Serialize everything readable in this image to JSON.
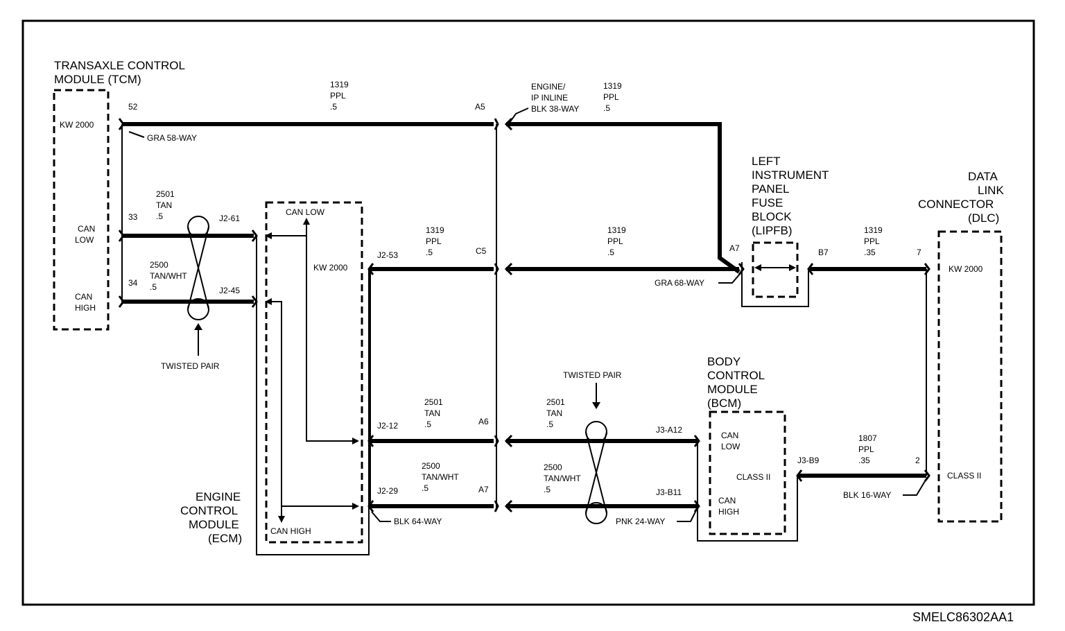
{
  "figure_id": "SMELC86302AA1",
  "modules": {
    "tcm": {
      "title1": "TRANSAXLE CONTROL",
      "title2": "MODULE (TCM)",
      "protocol": "KW 2000",
      "can_low1": "CAN",
      "can_low2": "LOW",
      "can_high1": "CAN",
      "can_high2": "HIGH"
    },
    "ecm": {
      "title1": "ENGINE",
      "title2": "CONTROL",
      "title3": "MODULE",
      "title4": "(ECM)",
      "protocol": "KW 2000",
      "can_low": "CAN LOW",
      "can_high": "CAN HIGH"
    },
    "lipfb": {
      "line1": "LEFT",
      "line2": "INSTRUMENT",
      "line3": "PANEL",
      "line4": "FUSE",
      "line5": "BLOCK",
      "line6": "(LIPFB)"
    },
    "dlc": {
      "line1": "DATA",
      "line2": "LINK",
      "line3": "CONNECTOR",
      "line4": "(DLC)",
      "protocol": "KW 2000",
      "class": "CLASS II"
    },
    "bcm": {
      "line1": "BODY",
      "line2": "CONTROL",
      "line3": "MODULE",
      "line4": "(BCM)",
      "can_low1": "CAN",
      "can_low2": "LOW",
      "class": "CLASS II",
      "can_high1": "CAN",
      "can_high2": "HIGH"
    }
  },
  "connectors": {
    "gra58": "GRA 58-WAY",
    "engine_ip1": "ENGINE/",
    "engine_ip2": "IP INLINE",
    "engine_ip3": "BLK 38-WAY",
    "gra68": "GRA 68-WAY",
    "blk64": "BLK 64-WAY",
    "pnk24": "PNK 24-WAY",
    "blk16": "BLK 16-WAY"
  },
  "pins": {
    "p52": "52",
    "p33": "33",
    "p34": "34",
    "j2_61": "J2-61",
    "j2_45": "J2-45",
    "j2_53": "J2-53",
    "j2_12": "J2-12",
    "j2_29": "J2-29",
    "a5": "A5",
    "c5": "C5",
    "a6": "A6",
    "a7_ecm": "A7",
    "a7_fuse": "A7",
    "b7": "B7",
    "p7": "7",
    "p2": "2",
    "j3_a12": "J3-A12",
    "j3_b11": "J3-B11",
    "j3_b9": "J3-B9"
  },
  "wires": {
    "w1319_top_a": {
      "circuit": "1319",
      "color": "PPL",
      "size": ".5"
    },
    "w1319_top_b": {
      "circuit": "1319",
      "color": "PPL",
      "size": ".5"
    },
    "w1319_mid_a": {
      "circuit": "1319",
      "color": "PPL",
      "size": ".5"
    },
    "w1319_mid_b": {
      "circuit": "1319",
      "color": "PPL",
      "size": ".5"
    },
    "w1319_dlc": {
      "circuit": "1319",
      "color": "PPL",
      "size": ".35"
    },
    "w2501_tcm": {
      "circuit": "2501",
      "color": "TAN",
      "size": ".5"
    },
    "w2500_tcm": {
      "circuit": "2500",
      "color": "TAN/WHT",
      "size": ".5"
    },
    "w2501_ecm": {
      "circuit": "2501",
      "color": "TAN",
      "size": ".5"
    },
    "w2500_ecm": {
      "circuit": "2500",
      "color": "TAN/WHT",
      "size": ".5"
    },
    "w2501_bcm": {
      "circuit": "2501",
      "color": "TAN",
      "size": ".5"
    },
    "w2500_bcm": {
      "circuit": "2500",
      "color": "TAN/WHT",
      "size": ".5"
    },
    "w1807": {
      "circuit": "1807",
      "color": "PPL",
      "size": ".35"
    }
  },
  "twisted_pair_1": "TWISTED PAIR",
  "twisted_pair_2": "TWISTED PAIR"
}
